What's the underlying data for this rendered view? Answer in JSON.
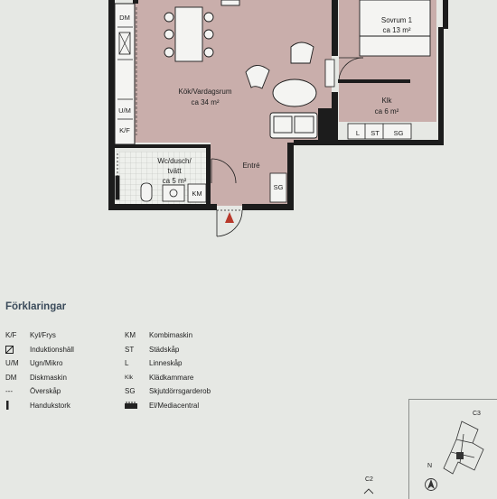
{
  "plan": {
    "rooms": [
      {
        "id": "kok",
        "name": "Kök/Vardagsrum",
        "area": "ca 34 m²"
      },
      {
        "id": "sovrum",
        "name": "Sovrum 1",
        "area": "ca 13 m²"
      },
      {
        "id": "klk",
        "name": "Klk",
        "area": "ca 6 m²"
      },
      {
        "id": "wc",
        "name": "Wc/dusch/",
        "name2": "tvätt",
        "area": "ca 5 m²"
      },
      {
        "id": "entre",
        "name": "Entré"
      }
    ],
    "labels": {
      "dm": "DM",
      "um": "U/M",
      "kf": "K/F",
      "km": "KM",
      "sg_entre": "SG",
      "l": "L",
      "st": "ST",
      "sg_klk": "SG"
    }
  },
  "legend": {
    "title": "Förklaringar",
    "left": [
      {
        "code": "K/F",
        "desc": "Kyl/Frys"
      },
      {
        "code": "",
        "icon": "induction-hob-icon",
        "desc": "Induktionshäll"
      },
      {
        "code": "U/M",
        "desc": "Ugn/Mikro"
      },
      {
        "code": "DM",
        "desc": "Diskmaskin"
      },
      {
        "code": "---",
        "desc": "Överskåp"
      },
      {
        "code": "",
        "icon": "towel-dryer-icon",
        "desc": "Handukstork"
      }
    ],
    "right": [
      {
        "code": "KM",
        "desc": "Kombimaskin"
      },
      {
        "code": "ST",
        "desc": "Städskåp"
      },
      {
        "code": "L",
        "desc": "Linneskåp"
      },
      {
        "code": "Klk",
        "desc": "Klädkammare"
      },
      {
        "code": "SG",
        "desc": "Skjutdörrsgarderob"
      },
      {
        "code": "",
        "icon": "media-central-icon",
        "desc": "El/Mediacentral"
      }
    ]
  },
  "keyplan": {
    "c3": "C3",
    "c2": "C2",
    "north": "N"
  },
  "colors": {
    "background": "#e6e8e4",
    "room_fill": "#c9aeab",
    "wall": "#1c1c1c",
    "wet_floor": "#eef0ec",
    "entrance_arrow": "#b8392b",
    "legend_title": "#3a4a5a"
  }
}
